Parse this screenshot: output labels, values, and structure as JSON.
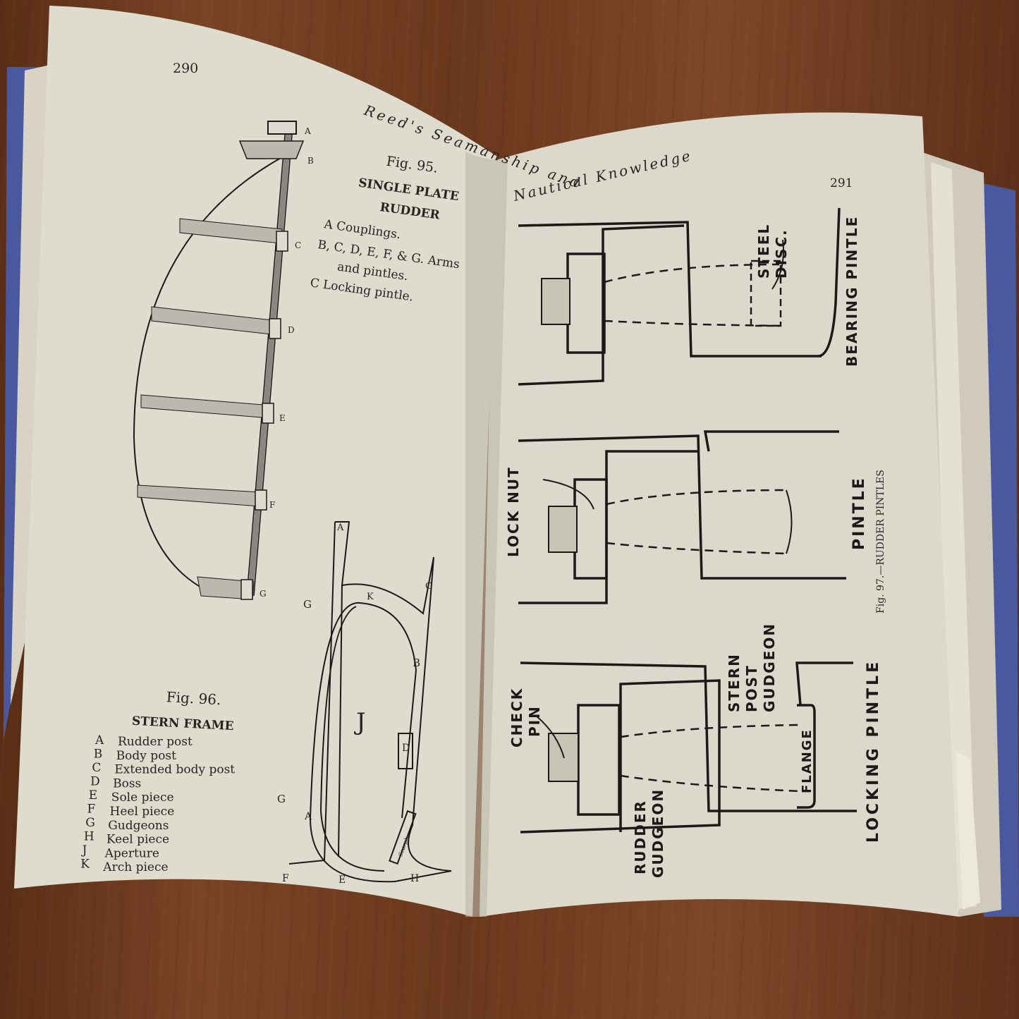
{
  "left_page": {
    "page_number": "290",
    "running_head": "Reed's Seamanship and",
    "fig95": {
      "label": "Fig. 95.",
      "title_line1": "SINGLE PLATE",
      "title_line2": "RUDDER",
      "legend": [
        "A Couplings.",
        "B, C, D, E, F, & G.  Arms",
        "and pintles.",
        "C Locking pintle."
      ],
      "letters": [
        "A",
        "B",
        "C",
        "D",
        "E",
        "F",
        "G"
      ]
    },
    "fig96": {
      "label": "Fig. 96.",
      "title": "STERN FRAME",
      "legend": [
        {
          "key": "A",
          "text": "Rudder post"
        },
        {
          "key": "B",
          "text": "Body post"
        },
        {
          "key": "C",
          "text": "Extended body post"
        },
        {
          "key": "D",
          "text": "Boss"
        },
        {
          "key": "E",
          "text": "Sole piece"
        },
        {
          "key": "F",
          "text": "Heel piece"
        },
        {
          "key": "G",
          "text": "Gudgeons"
        },
        {
          "key": "H",
          "text": "Keel piece"
        },
        {
          "key": "J",
          "text": "Aperture"
        },
        {
          "key": "K",
          "text": "Arch piece"
        }
      ],
      "diagram_letters": {
        "a": "A",
        "c": "C",
        "k": "K",
        "g1": "G",
        "b": "B",
        "j": "J",
        "d": "D",
        "g2": "G",
        "a2": "A",
        "f": "F",
        "e": "E",
        "h": "H",
        "scarph": "Scarph"
      }
    }
  },
  "right_page": {
    "page_number": "291",
    "running_head": "Nautical Knowledge",
    "labels": {
      "steel_disc_1": "STEEL",
      "steel_disc_2": "DISC.",
      "bearing_pintle": "BEARING PINTLE",
      "lock_nut": "LOCK NUT",
      "pintle": "PINTLE",
      "fig97": "Fig. 97.—RUDDER PINTLES",
      "check_pin_1": "CHECK",
      "check_pin_2": "PIN",
      "stern_post_1": "STERN",
      "stern_post_2": "POST",
      "stern_post_3": "GUDGEON",
      "flange": "FLANGE",
      "locking_pintle": "LOCKING PINTLE",
      "rudder_gudgeon_1": "RUDDER",
      "rudder_gudgeon_2": "GUDGEON"
    }
  },
  "colors": {
    "paper": "#dedbcf",
    "paper_shadow": "#c9c5b6",
    "cover": "#4a58a0",
    "ink": "#1c1a18",
    "wood": "#6b3a1f"
  }
}
